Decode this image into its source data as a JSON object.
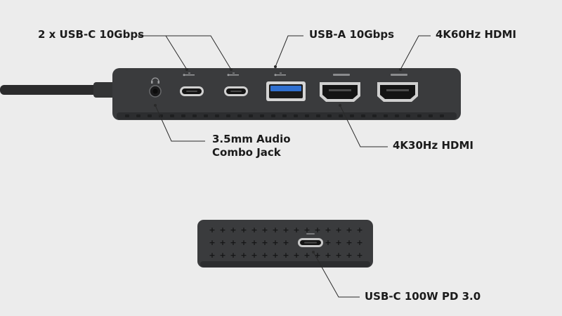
{
  "callouts": {
    "usbc_ports": "2 x USB-C 10Gbps",
    "usba_port": "USB-A 10Gbps",
    "hdmi_4k60": "4K60Hz HDMI",
    "audio_line1": "3.5mm Audio",
    "audio_line2": "Combo Jack",
    "hdmi_4k30": "4K30Hz HDMI",
    "usbc_pd": "USB-C 100W PD 3.0"
  },
  "colors": {
    "background": "#ececec",
    "device_body": "#3a3b3d",
    "port_surround": "#cfcfcf",
    "usb_a_tongue": "#2f6fcf",
    "label_text": "#1b1b1b",
    "leader_line": "#2a2a2a"
  }
}
